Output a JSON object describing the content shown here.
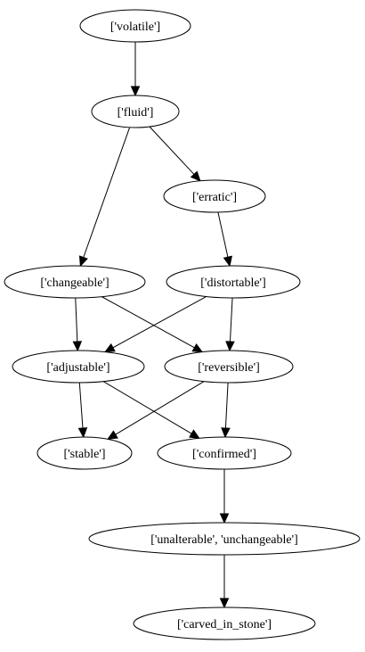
{
  "nodes": [
    {
      "id": "volatile",
      "label": "['volatile']"
    },
    {
      "id": "fluid",
      "label": "['fluid']"
    },
    {
      "id": "erratic",
      "label": "['erratic']"
    },
    {
      "id": "changeable",
      "label": "['changeable']"
    },
    {
      "id": "distortable",
      "label": "['distortable']"
    },
    {
      "id": "adjustable",
      "label": "['adjustable']"
    },
    {
      "id": "reversible",
      "label": "['reversible']"
    },
    {
      "id": "stable",
      "label": "['stable']"
    },
    {
      "id": "confirmed",
      "label": "['confirmed']"
    },
    {
      "id": "unalterable",
      "label": "['unalterable', 'unchangeable']"
    },
    {
      "id": "carved",
      "label": "['carved_in_stone']"
    }
  ],
  "edges": [
    {
      "from": "volatile",
      "to": "fluid"
    },
    {
      "from": "fluid",
      "to": "changeable"
    },
    {
      "from": "fluid",
      "to": "erratic"
    },
    {
      "from": "erratic",
      "to": "distortable"
    },
    {
      "from": "changeable",
      "to": "adjustable"
    },
    {
      "from": "changeable",
      "to": "reversible"
    },
    {
      "from": "distortable",
      "to": "adjustable"
    },
    {
      "from": "distortable",
      "to": "reversible"
    },
    {
      "from": "adjustable",
      "to": "stable"
    },
    {
      "from": "adjustable",
      "to": "confirmed"
    },
    {
      "from": "reversible",
      "to": "stable"
    },
    {
      "from": "reversible",
      "to": "confirmed"
    },
    {
      "from": "confirmed",
      "to": "unalterable"
    },
    {
      "from": "unalterable",
      "to": "carved"
    }
  ]
}
